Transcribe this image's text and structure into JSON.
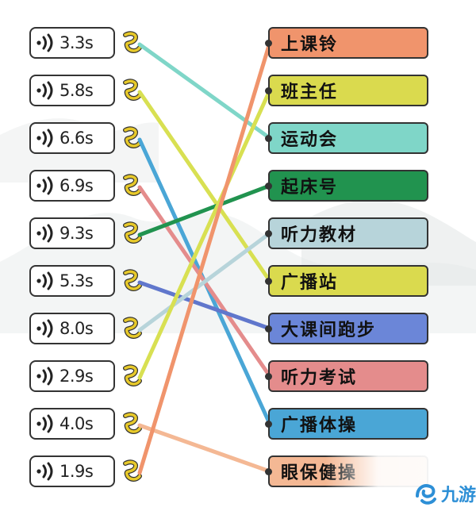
{
  "audio_clips": [
    {
      "duration": "3.3s",
      "line_color": "#7fd6c8",
      "match": 2
    },
    {
      "duration": "5.8s",
      "line_color": "#d8e052",
      "match": 5
    },
    {
      "duration": "6.6s",
      "line_color": "#4aa6d6",
      "match": 8
    },
    {
      "duration": "6.9s",
      "line_color": "#e48c8c",
      "match": 7
    },
    {
      "duration": "9.3s",
      "line_color": "#21934f",
      "match": 3
    },
    {
      "duration": "5.3s",
      "line_color": "#6077cc",
      "match": 6
    },
    {
      "duration": "8.0s",
      "line_color": "#b7d4da",
      "match": 4
    },
    {
      "duration": "2.9s",
      "line_color": "#d8e052",
      "match": 1
    },
    {
      "duration": "4.0s",
      "line_color": "#f4b894",
      "match": 9
    },
    {
      "duration": "1.9s",
      "line_color": "#f0946c",
      "match": 0
    }
  ],
  "answers": [
    {
      "label": "上课铃",
      "color": "#f0946c"
    },
    {
      "label": "班主任",
      "color": "#dada4e"
    },
    {
      "label": "运动会",
      "color": "#7fd6c8"
    },
    {
      "label": "起床号",
      "color": "#21934f"
    },
    {
      "label": "听力教材",
      "color": "#b7d4da"
    },
    {
      "label": "广播站",
      "color": "#dada4e"
    },
    {
      "label": "大课间跑步",
      "color": "#6b86d8"
    },
    {
      "label": "听力考试",
      "color": "#e48c8c"
    },
    {
      "label": "广播体操",
      "color": "#4aa6d6"
    },
    {
      "label": "眼保健操",
      "color": "#f4b894"
    }
  ],
  "watermark": {
    "text": "九游",
    "icon": "jiuyou-logo-icon",
    "color": "#2d8fd6"
  },
  "icons": {
    "audio": "sound-wave-icon",
    "connector": "hook-icon",
    "hook_color": "#e7c92a"
  }
}
